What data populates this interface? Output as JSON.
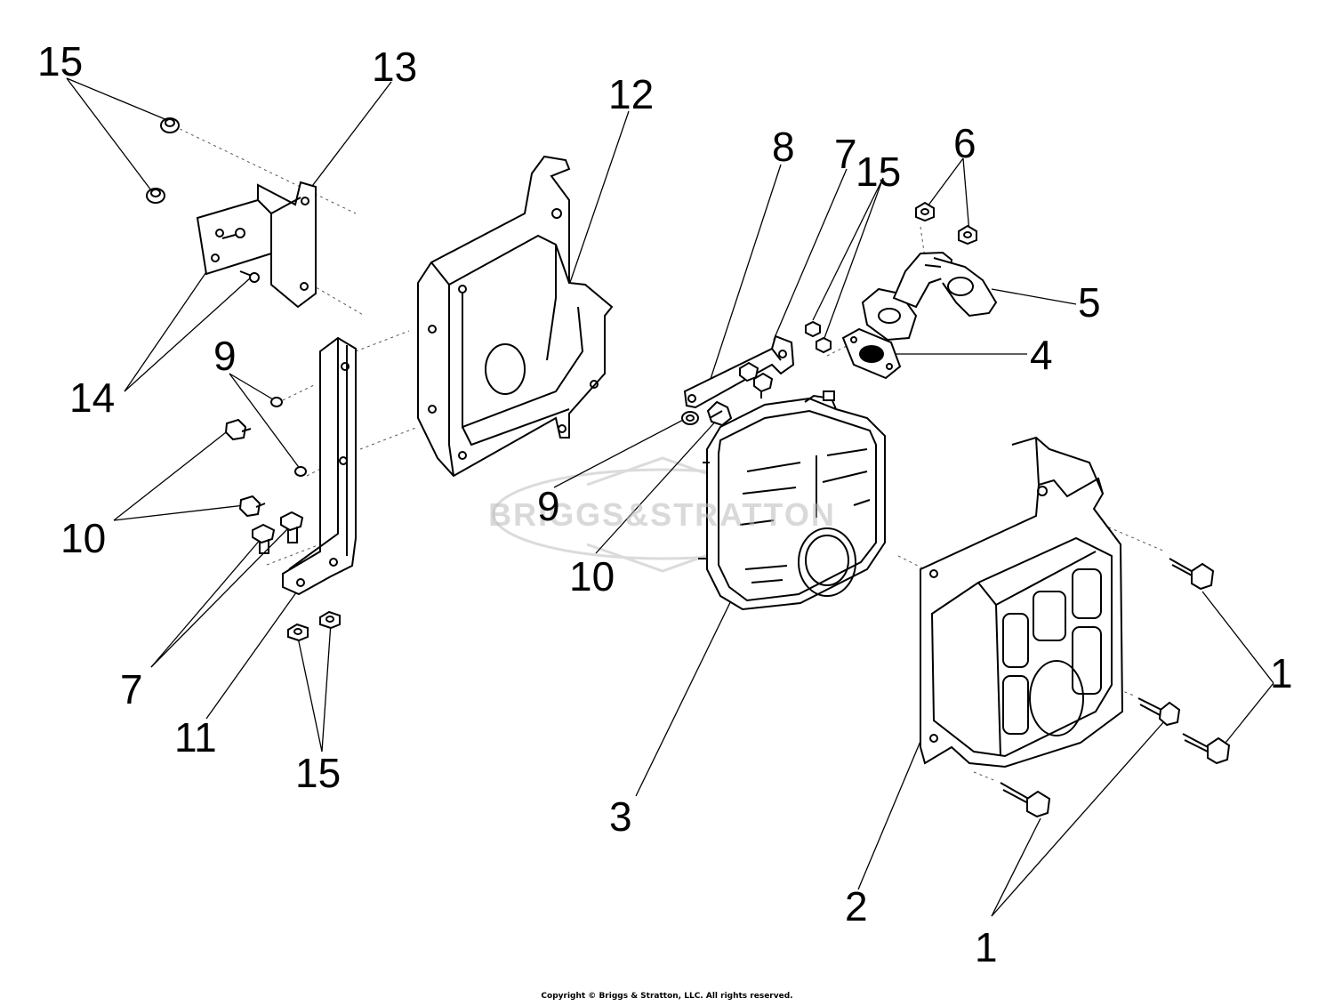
{
  "diagram": {
    "callouts": [
      {
        "id": "c15a",
        "text": "15"
      },
      {
        "id": "c13",
        "text": "13"
      },
      {
        "id": "c12",
        "text": "12"
      },
      {
        "id": "c8",
        "text": "8"
      },
      {
        "id": "c7a",
        "text": "7"
      },
      {
        "id": "c15b",
        "text": "15"
      },
      {
        "id": "c6",
        "text": "6"
      },
      {
        "id": "c5",
        "text": "5"
      },
      {
        "id": "c4",
        "text": "4"
      },
      {
        "id": "c9a",
        "text": "9"
      },
      {
        "id": "c14",
        "text": "14"
      },
      {
        "id": "c10a",
        "text": "10"
      },
      {
        "id": "c9b",
        "text": "9"
      },
      {
        "id": "c10b",
        "text": "10"
      },
      {
        "id": "c7b",
        "text": "7"
      },
      {
        "id": "c11",
        "text": "11"
      },
      {
        "id": "c15c",
        "text": "15"
      },
      {
        "id": "c3",
        "text": "3"
      },
      {
        "id": "c2",
        "text": "2"
      },
      {
        "id": "c1a",
        "text": "1"
      },
      {
        "id": "c1b",
        "text": "1"
      }
    ],
    "watermark_text": "BRIGGS&STRATTON",
    "copyright": "Copyright © Briggs & Stratton, LLC. All rights reserved."
  }
}
